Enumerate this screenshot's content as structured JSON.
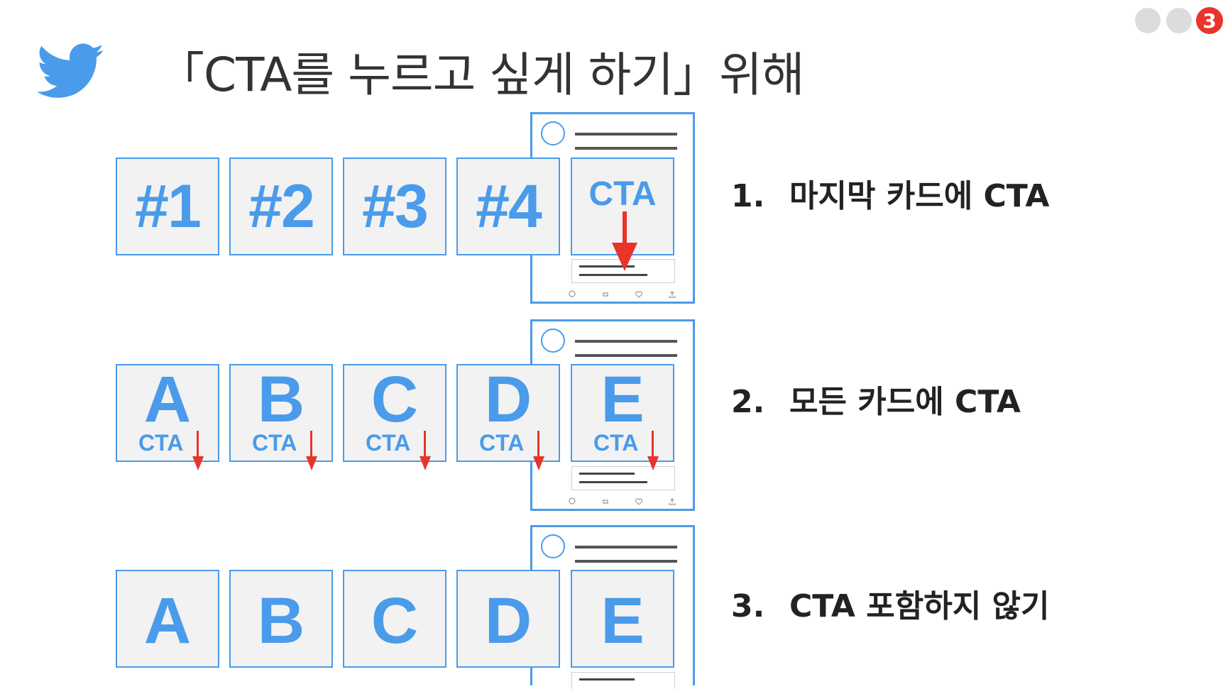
{
  "slide": {
    "title": "「CTA를 누르고 싶게 하기」위해",
    "page_badge": "3",
    "logo_icon": "twitter-bird-icon",
    "accent_color": "#4a9bea",
    "arrow_color": "#e8342a"
  },
  "rows": [
    {
      "cards": [
        "#1",
        "#2",
        "#3",
        "#4",
        ""
      ],
      "last_card_cta": "CTA",
      "option_number": "1.",
      "option_text": "마지막 카드에 CTA"
    },
    {
      "cards": [
        "A",
        "B",
        "C",
        "D",
        "E"
      ],
      "card_cta": "CTA",
      "option_number": "2.",
      "option_text": "모든 카드에 CTA"
    },
    {
      "cards": [
        "A",
        "B",
        "C",
        "D",
        "E"
      ],
      "option_number": "3.",
      "option_text": "CTA 포함하지 않기"
    }
  ]
}
